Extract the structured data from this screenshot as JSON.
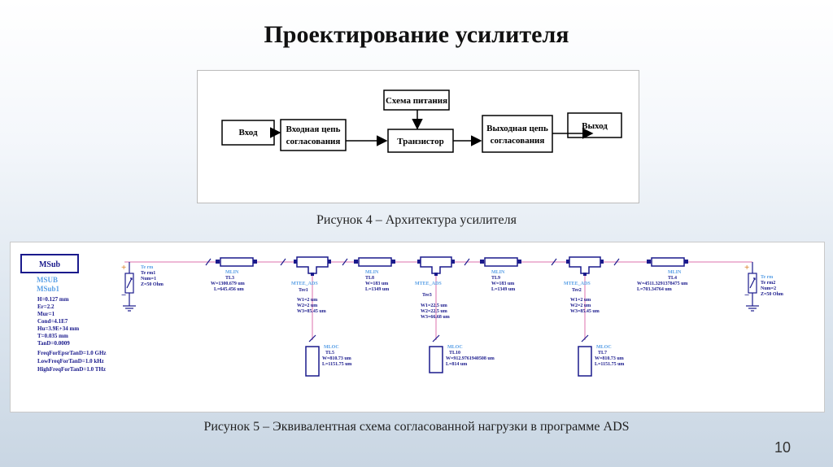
{
  "slide": {
    "title": "Проектирование усилителя",
    "caption1": "Рисунок 4 – Архитектура усилителя",
    "caption2": "Рисунок 5 – Эквивалентная схема согласованной нагрузки в программе ADS",
    "page_number": "10"
  },
  "block_diagram": {
    "input": "Вход",
    "input_match": [
      "Входная цепь",
      "согласования"
    ],
    "power": "Схема питания",
    "transistor": "Транзистор",
    "output_match": [
      "Выходная цепь",
      "согласования"
    ],
    "output": "Выход"
  },
  "ads": {
    "msub": {
      "box_label": "MSub",
      "type": "MSUB",
      "name": "MSub1",
      "params": [
        "H=0.127 mm",
        "Er=2.2",
        "Mur=1",
        "Cond=4.1E7",
        "Hu=3.9E+34 mm",
        "T=0.035 mm",
        "TanD=0.0009",
        "FreqForEpsrTanD=1.0 GHz",
        "LowFreqForTanD=1.0 kHz",
        "HighFreqForTanD=1.0 THz"
      ]
    },
    "term1": [
      "Te rm",
      "Te rm1",
      "Num=1",
      "Z=50 Ohm"
    ],
    "term2": [
      "Te rm",
      "Te rm2",
      "Num=2",
      "Z=50 Ohm"
    ],
    "tl3": [
      "MLIN",
      "TL3",
      "W=1300.679 um",
      "L=645.456 um"
    ],
    "tl8": [
      "MLIN",
      "TL8",
      "W=183 um",
      "L=1349 um"
    ],
    "tl9": [
      "MLIN",
      "TL9",
      "W=183 um",
      "L=1349 um"
    ],
    "tl4": [
      "MLIN",
      "TL4",
      "W=4511.3291378475 um",
      "L=703.34764 um"
    ],
    "tee1": [
      "MTEE_ADS",
      "Tee1",
      "W1=2 um",
      "W2=2 um",
      "W3=85.45 um"
    ],
    "tee3": [
      "MTEE_ADS",
      "Tee3",
      "W1=22.5 um",
      "W2=22.5 um",
      "W3=66.68 um"
    ],
    "tee2": [
      "MTEE_ADS",
      "Tee2",
      "W1=2 um",
      "W2=2 um",
      "W3=85.45 um"
    ],
    "tl5": [
      "MLOC",
      "TL5",
      "W=810.73 um",
      "L=1151.75 um"
    ],
    "tl10": [
      "MLOC",
      "TL10",
      "W=912.9761940508 um",
      "L=814 um"
    ],
    "tl7": [
      "MLOC",
      "TL7",
      "W=810.73 um",
      "L=1151.75 um"
    ]
  }
}
